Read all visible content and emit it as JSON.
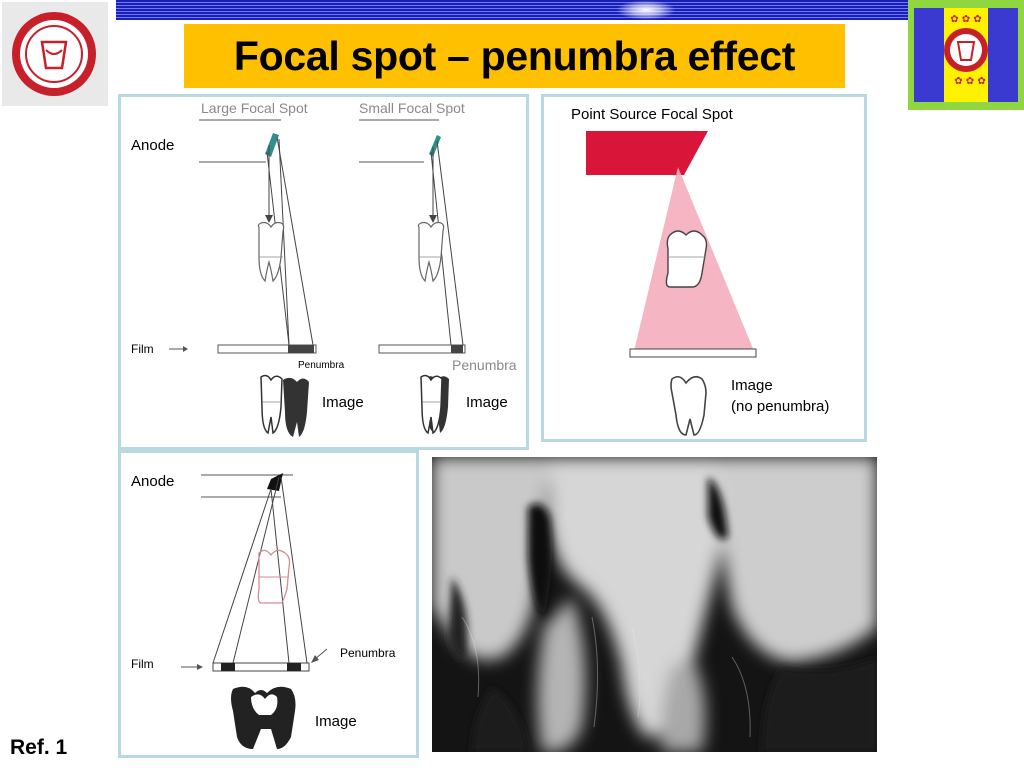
{
  "title": "Focal spot – penumbra effect",
  "ref": "Ref. 1",
  "panel1": {
    "large_focal_spot": "Large Focal Spot",
    "small_focal_spot": "Small Focal Spot",
    "anode": "Anode",
    "film": "Film",
    "penumbra_small_label": "Penumbra",
    "penumbra_large_label": "Penumbra",
    "image_left": "Image",
    "image_right": "Image"
  },
  "panel2": {
    "point_source": "Point  Source  Focal Spot",
    "image": "Image",
    "no_penumbra": "(no penumbra)"
  },
  "panel3": {
    "anode": "Anode",
    "film": "Film",
    "penumbra": "Penumbra",
    "image": "Image"
  },
  "colors": {
    "title_bg": "#ffc000",
    "panel_border": "#b7d9df",
    "anode_red": "#d9163a",
    "beam_pink": "#f4a8b8"
  }
}
